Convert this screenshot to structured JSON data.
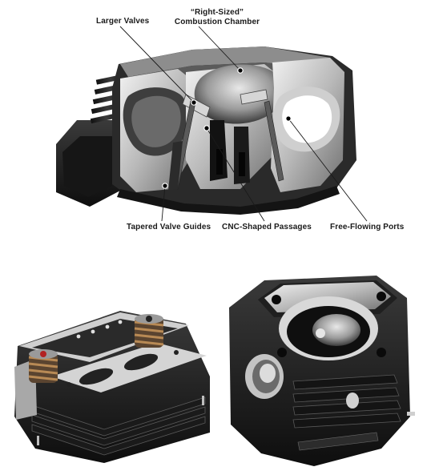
{
  "callouts": {
    "larger_valves": "Larger Valves",
    "right_sized_line1": "“Right-Sized”",
    "right_sized_line2": "Combustion Chamber",
    "tapered_valve_guides": "Tapered Valve Guides",
    "cnc_shaped_passages": "CNC-Shaped Passages",
    "free_flowing_ports": "Free-Flowing Ports"
  },
  "colors": {
    "background": "#ffffff",
    "metal_black": "#1c1c1c",
    "metal_silver": "#c9c9c9",
    "leader_line": "#1a1a1a",
    "valve_spring_bronze": "#8a6a44"
  },
  "images": [
    "cutaway-cylinder-head-photo",
    "cylinder-head-with-valve-springs-photo",
    "cylinder-head-combustion-side-photo"
  ]
}
